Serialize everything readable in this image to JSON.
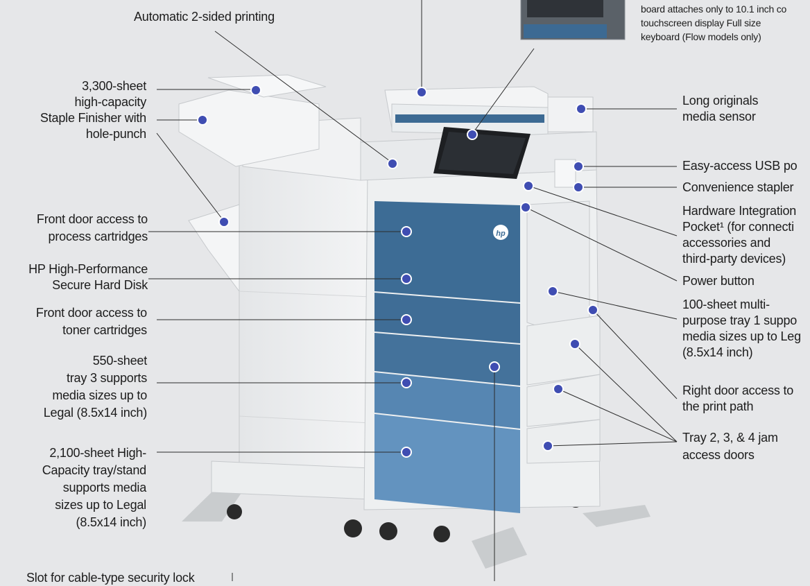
{
  "diagram": {
    "brand_logo": "hp",
    "callouts": {
      "duplex": "Automatic 2-sided printing",
      "keyboard": "board attaches only to 10.1 inch co\ntouchscreen display Full size\nkeyboard (Flow models only)",
      "finisher": "3,300-sheet\nhigh-capacity\nStaple Finisher with\nhole-punch",
      "process_door": "Front door access to\nprocess cartridges",
      "hard_disk": "HP High-Performance\nSecure Hard Disk",
      "toner_door": "Front door access to\ntoner cartridges",
      "tray3": "550-sheet\ntray 3 supports\nmedia sizes up to\nLegal (8.5x14 inch)",
      "hci": "2,100-sheet High-\nCapacity tray/stand\nsupports media\nsizes up to Legal\n(8.5x14 inch)",
      "security_slot": "Slot for cable-type security lock",
      "long_originals": "Long originals\nmedia sensor",
      "usb": "Easy-access USB po",
      "stapler": "Convenience stapler",
      "hip": "Hardware Integration\nPocket¹ (for connecti\naccessories and\nthird-party devices)",
      "power": "Power button",
      "tray1": "100-sheet multi-\npurpose tray 1 suppo\nmedia sizes up to Leg\n(8.5x14 inch)",
      "right_door": "Right door access to\nthe print path",
      "jam_doors": "Tray 2, 3, & 4 jam\naccess doors"
    }
  }
}
